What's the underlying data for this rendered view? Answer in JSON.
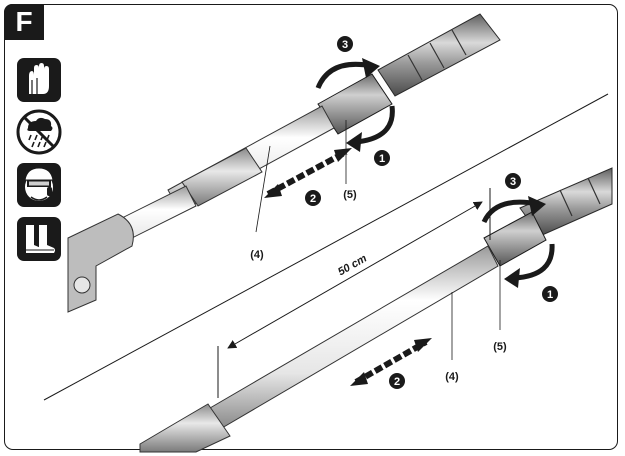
{
  "figure": {
    "letter": "F"
  },
  "safety_icons": [
    "gloves-icon",
    "no-rain-icon",
    "helmet-visor-ear-protection-icon",
    "boots-icon"
  ],
  "labels": {
    "part_top_tube": "(4)",
    "part_top_collar": "(5)",
    "part_bottom_tube": "(4)",
    "part_bottom_collar": "(5)",
    "dimension": "50 cm"
  },
  "steps": {
    "top_step_1": "1",
    "top_step_2": "2",
    "top_step_3": "3",
    "bottom_step_1": "1",
    "bottom_step_2": "2",
    "bottom_step_3": "3"
  },
  "colors": {
    "ink": "#1a1a1a",
    "tube_dark": "#8c8c8c",
    "tube_light": "#f2f2f2"
  }
}
